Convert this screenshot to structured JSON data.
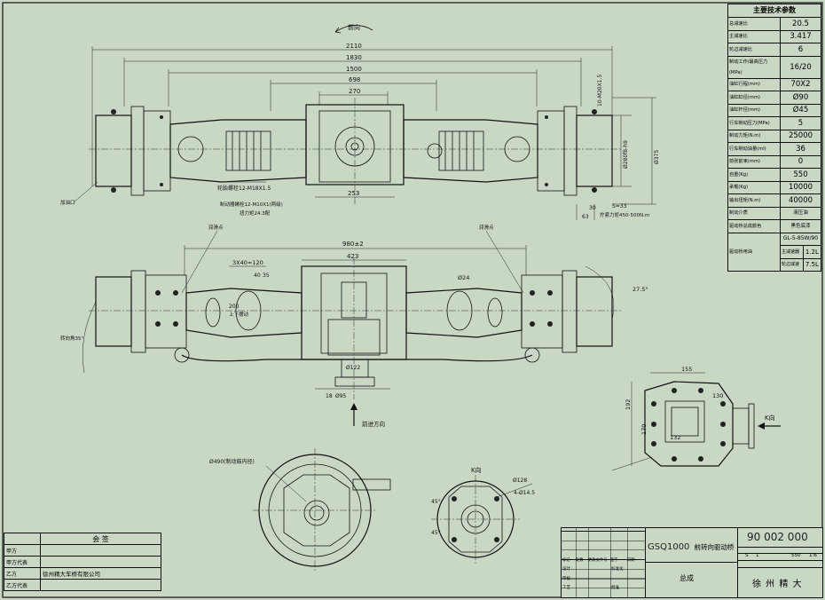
{
  "drawing": {
    "front_view": {
      "direction_label": "前向",
      "dims_top": [
        "2110",
        "1830",
        "1500",
        "698",
        "270"
      ],
      "dim_253": "253",
      "dim_right_flange": "10-M20X1.5",
      "dim_phi_flange": "Ø280f8-h9",
      "dim_phi_375": "Ø375",
      "dim_s33": "S=33",
      "dim_30": "30",
      "dim_63": "63",
      "note_wheel_bolt": "轮胎螺栓12-M18X1.5",
      "note_brake_bolt": "制动器螺栓12-M10X1(两级)",
      "note_torque": "扭力矩24.3配",
      "note_left": "加油口",
      "note_right_torque": "拧紧力矩450-500N.m",
      "callout_left": "润滑点",
      "callout_right": "润滑点"
    },
    "top_view": {
      "dim_980": "980±2",
      "dim_423": "423",
      "dim_3x40": "3X40=120",
      "dim_40": "40",
      "dim_35": "35",
      "dim_200": "200",
      "dim_phi24": "Ø24",
      "dim_angle": "27.5°",
      "dim_angle_left": "转向角35°",
      "dim_phi122": "Ø122",
      "dim_phi95": "Ø95",
      "dim_18": "18",
      "drive_direction": "前进方向",
      "note_trunnion": "上下摆动"
    },
    "k_view_top": {
      "label": "K向",
      "dim_155": "155",
      "dim_192": "192",
      "dim_170": "170",
      "dim_132": "132",
      "dim_130": "130"
    },
    "k_view_bottom": {
      "label": "K向",
      "dim_phi128": "Ø128",
      "dim_holes": "4-Ø14.5",
      "dim_45a": "45°",
      "dim_45b": "45°"
    },
    "brake_view": {
      "dim_phi490": "Ø490(制动鼓内径)"
    }
  },
  "tech_params": {
    "title": "主要技术参数",
    "rows": [
      {
        "name": "总减速比",
        "value": "20.5"
      },
      {
        "name": "主减速比",
        "value": "3.417"
      },
      {
        "name": "轮边减速比",
        "value": "6"
      },
      {
        "name": "制动工作/最高压力(MPa)",
        "value": "16/20"
      },
      {
        "name": "油缸行程(mm)",
        "value": "70X2"
      },
      {
        "name": "油缸缸径(mm)",
        "value": "Ø90"
      },
      {
        "name": "油缸杆径(mm)",
        "value": "Ø45"
      },
      {
        "name": "行车制动压力(MPa)",
        "value": "5"
      },
      {
        "name": "制动力矩(N.m)",
        "value": "25000"
      },
      {
        "name": "行车制动油量(ml)",
        "value": "36"
      },
      {
        "name": "前张前束(mm)",
        "value": "0"
      },
      {
        "name": "自重(Kg)",
        "value": "550"
      },
      {
        "name": "承载(Kg)",
        "value": "10000"
      },
      {
        "name": "输出扭矩(N.m)",
        "value": "40000"
      },
      {
        "name": "制动介质",
        "value": "液压油"
      },
      {
        "name": "驱动桥总成颜色",
        "value": "黑色底漆"
      }
    ],
    "oil_row": {
      "name": "驱动桥用油",
      "spec": "GL-5-85W/90",
      "main_label": "主减速器",
      "main_value": "1.2L",
      "hub_label": "轮边减速",
      "hub_value": "7.5L"
    }
  },
  "signoff": {
    "title": "会 签",
    "rows": [
      {
        "label": "甲方",
        "value": ""
      },
      {
        "label": "甲方代表",
        "value": ""
      },
      {
        "label": "乙方",
        "value": "徐州精大车桥有限公司"
      },
      {
        "label": "乙方代表",
        "value": ""
      }
    ]
  },
  "title_block": {
    "model": "GSQ1000",
    "name": "前转向驱动桥",
    "drawing_no": "90 002 000",
    "assembly": "总成",
    "company": "徐 州 精 大",
    "sheet_small": [
      "S",
      "1",
      "",
      "",
      "550",
      "1:6"
    ],
    "row_labels": [
      "标记",
      "处数",
      "更改文件号",
      "签字",
      "日期"
    ],
    "row_labels2": [
      "设计",
      "",
      "标准化",
      ""
    ],
    "row_labels3": [
      "审核",
      "",
      "",
      ""
    ],
    "row_labels4": [
      "工艺",
      "",
      "批准",
      ""
    ]
  }
}
